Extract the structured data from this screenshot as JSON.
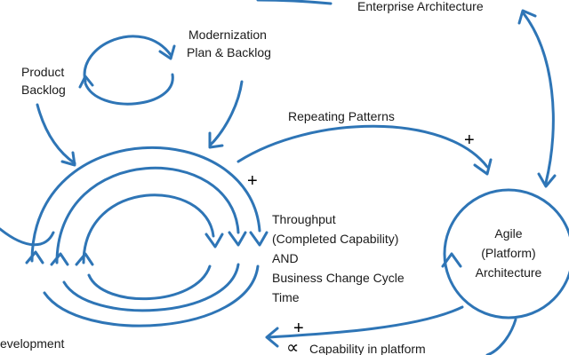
{
  "labels": {
    "enterprise_architecture": "Enterprise Architecture",
    "modernization_line1": "Modernization",
    "modernization_line2": "Plan & Backlog",
    "product_backlog_line1": "Product",
    "product_backlog_line2": "Backlog",
    "repeating_patterns": "Repeating Patterns",
    "throughput_line1": "Throughput",
    "throughput_line2": "(Completed Capability)",
    "throughput_line3": "AND",
    "throughput_line4": "Business Change Cycle",
    "throughput_line5": "Time",
    "agile_line1": "Agile",
    "agile_line2": "(Platform)",
    "agile_line3": "Architecture",
    "development": "evelopment",
    "capability_in_platform": "Capability in platform"
  },
  "symbols": {
    "plus_repeating": "+",
    "plus_core": "+",
    "plus_bottom": "+",
    "proportional": "∝"
  },
  "colors": {
    "arrow": "#2e75b6",
    "text": "#1a1a1a",
    "background": "#ffffff"
  }
}
